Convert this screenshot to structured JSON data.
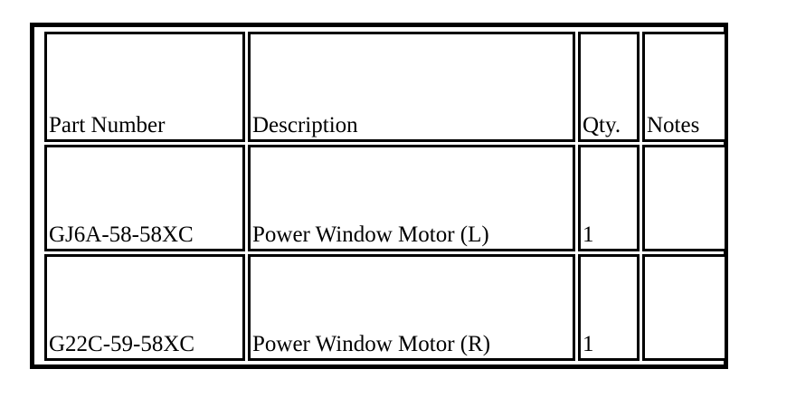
{
  "document": {
    "type": "parts-table",
    "background_color": "#ffffff",
    "ink_color": "#000000"
  },
  "table": {
    "columns": [
      {
        "key": "part_number",
        "label": "Part Number"
      },
      {
        "key": "description",
        "label": "Description"
      },
      {
        "key": "qty",
        "label": "Qty."
      },
      {
        "key": "notes",
        "label": "Notes"
      }
    ],
    "rows": [
      {
        "part_number": "GJ6A-58-58XC",
        "description": "Power Window Motor (L)",
        "qty": "1",
        "notes": ""
      },
      {
        "part_number": "G22C-59-58XC",
        "description": "Power Window Motor (R)",
        "qty": "1",
        "notes": ""
      }
    ]
  }
}
